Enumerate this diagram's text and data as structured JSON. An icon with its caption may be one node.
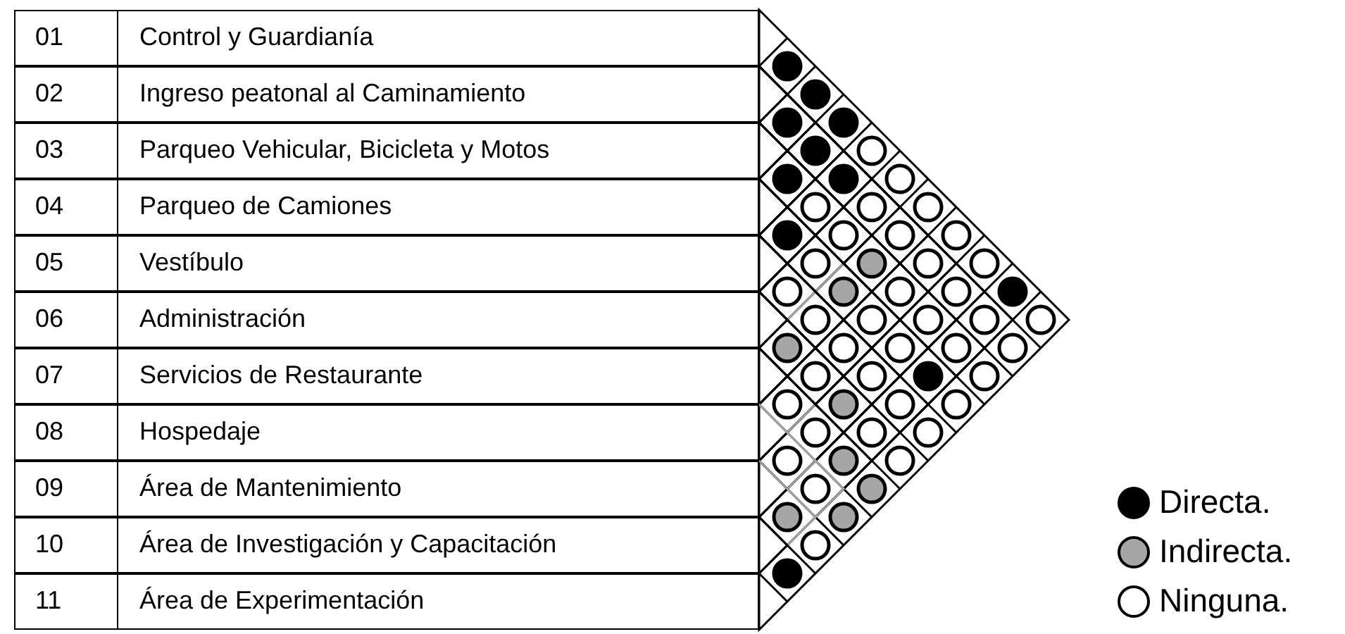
{
  "diagram": {
    "nodes": [
      {
        "text": [
          "01",
          "Control y Guardianía"
        ]
      },
      {
        "text": [
          "02",
          "Ingreso peatonal al Caminamiento"
        ]
      },
      {
        "text": [
          "03",
          "Parqueo Vehicular, Bicicleta y Motos"
        ]
      },
      {
        "text": [
          "04",
          "Parqueo de Camiones"
        ]
      },
      {
        "text": [
          "05",
          "Vestíbulo"
        ]
      },
      {
        "text": [
          "06",
          "Administración"
        ]
      },
      {
        "text": [
          "07",
          "Servicios de Restaurante"
        ]
      },
      {
        "text": [
          "08",
          "Hospedaje"
        ]
      },
      {
        "text": [
          "09",
          "Área de Mantenimiento"
        ]
      },
      {
        "text": [
          "10",
          "Área de Investigación y Capacitación"
        ]
      },
      {
        "text": [
          "11",
          "Área de Experimentación"
        ]
      }
    ],
    "edges": [
      {
        "from": 0,
        "to": 1,
        "arrow": "none",
        "color": "#000000"
      },
      {
        "from": 0,
        "to": 2,
        "arrow": "none",
        "color": "#000000"
      },
      {
        "from": 0,
        "to": 3,
        "arrow": "none",
        "color": "#000000"
      },
      {
        "from": 0,
        "to": 4,
        "arrow": "none"
      },
      {
        "from": 0,
        "to": 5,
        "arrow": "none"
      },
      {
        "from": 0,
        "to": 6,
        "arrow": "none"
      },
      {
        "from": 0,
        "to": 7,
        "arrow": "none"
      },
      {
        "from": 0,
        "to": 8,
        "arrow": "none"
      },
      {
        "from": 0,
        "to": 9,
        "arrow": "none",
        "color": "#000000"
      },
      {
        "from": 0,
        "to": 10,
        "arrow": "none"
      },
      {
        "from": 1,
        "to": 2,
        "arrow": "none",
        "color": "#000000"
      },
      {
        "from": 1,
        "to": 3,
        "arrow": "none",
        "color": "#000000"
      },
      {
        "from": 1,
        "to": 4,
        "arrow": "none",
        "color": "#000000"
      },
      {
        "from": 1,
        "to": 5,
        "arrow": "none"
      },
      {
        "from": 1,
        "to": 6,
        "arrow": "none"
      },
      {
        "from": 1,
        "to": 7,
        "arrow": "none"
      },
      {
        "from": 1,
        "to": 8,
        "arrow": "none"
      },
      {
        "from": 1,
        "to": 9,
        "arrow": "none"
      },
      {
        "from": 1,
        "to": 10,
        "arrow": "none"
      },
      {
        "from": 2,
        "to": 3,
        "arrow": "none",
        "color": "#000000"
      },
      {
        "from": 2,
        "to": 4,
        "arrow": "none"
      },
      {
        "from": 2,
        "to": 5,
        "arrow": "none"
      },
      {
        "from": 2,
        "to": 6,
        "arrow": "none",
        "color": "#a6a6a6"
      },
      {
        "from": 2,
        "to": 7,
        "arrow": "none"
      },
      {
        "from": 2,
        "to": 8,
        "arrow": "none"
      },
      {
        "from": 2,
        "to": 9,
        "arrow": "none"
      },
      {
        "from": 2,
        "to": 10,
        "arrow": "none"
      },
      {
        "from": 3,
        "to": 4,
        "arrow": "none",
        "color": "#000000"
      },
      {
        "from": 3,
        "to": 5,
        "arrow": "none"
      },
      {
        "from": 3,
        "to": 6,
        "arrow": "none",
        "color": "#a6a6a6"
      },
      {
        "from": 3,
        "to": 7,
        "arrow": "none"
      },
      {
        "from": 3,
        "to": 8,
        "arrow": "none"
      },
      {
        "from": 3,
        "to": 9,
        "arrow": "none",
        "color": "#000000"
      },
      {
        "from": 3,
        "to": 10,
        "arrow": "none"
      },
      {
        "from": 4,
        "to": 5,
        "arrow": "none"
      },
      {
        "from": 4,
        "to": 6,
        "arrow": "none"
      },
      {
        "from": 4,
        "to": 7,
        "arrow": "none"
      },
      {
        "from": 4,
        "to": 8,
        "arrow": "none"
      },
      {
        "from": 4,
        "to": 9,
        "arrow": "none"
      },
      {
        "from": 4,
        "to": 10,
        "arrow": "none"
      },
      {
        "from": 5,
        "to": 6,
        "arrow": "none",
        "color": "#a6a6a6"
      },
      {
        "from": 5,
        "to": 7,
        "arrow": "none"
      },
      {
        "from": 5,
        "to": 8,
        "arrow": "none",
        "color": "#a6a6a6"
      },
      {
        "from": 5,
        "to": 9,
        "arrow": "none"
      },
      {
        "from": 5,
        "to": 10,
        "arrow": "none"
      },
      {
        "from": 6,
        "to": 7,
        "arrow": "none"
      },
      {
        "from": 6,
        "to": 8,
        "arrow": "none"
      },
      {
        "from": 6,
        "to": 9,
        "arrow": "none",
        "color": "#a6a6a6"
      },
      {
        "from": 6,
        "to": 10,
        "arrow": "none",
        "color": "#a6a6a6"
      },
      {
        "from": 7,
        "to": 8,
        "arrow": "none"
      },
      {
        "from": 7,
        "to": 9,
        "arrow": "none"
      },
      {
        "from": 7,
        "to": 10,
        "arrow": "none",
        "color": "#a6a6a6"
      },
      {
        "from": 8,
        "to": 9,
        "arrow": "none",
        "color": "#a6a6a6"
      },
      {
        "from": 8,
        "to": 10,
        "arrow": "none"
      },
      {
        "from": 9,
        "to": 10,
        "arrow": "none",
        "color": "#000000"
      }
    ],
    "legend": [
      {
        "text": "Directa.",
        "color": "#000000"
      },
      {
        "text": "Indirecta.",
        "color": "#a6a6a6"
      },
      {
        "text": "Ninguna.",
        "color": "#ffffff"
      }
    ]
  }
}
